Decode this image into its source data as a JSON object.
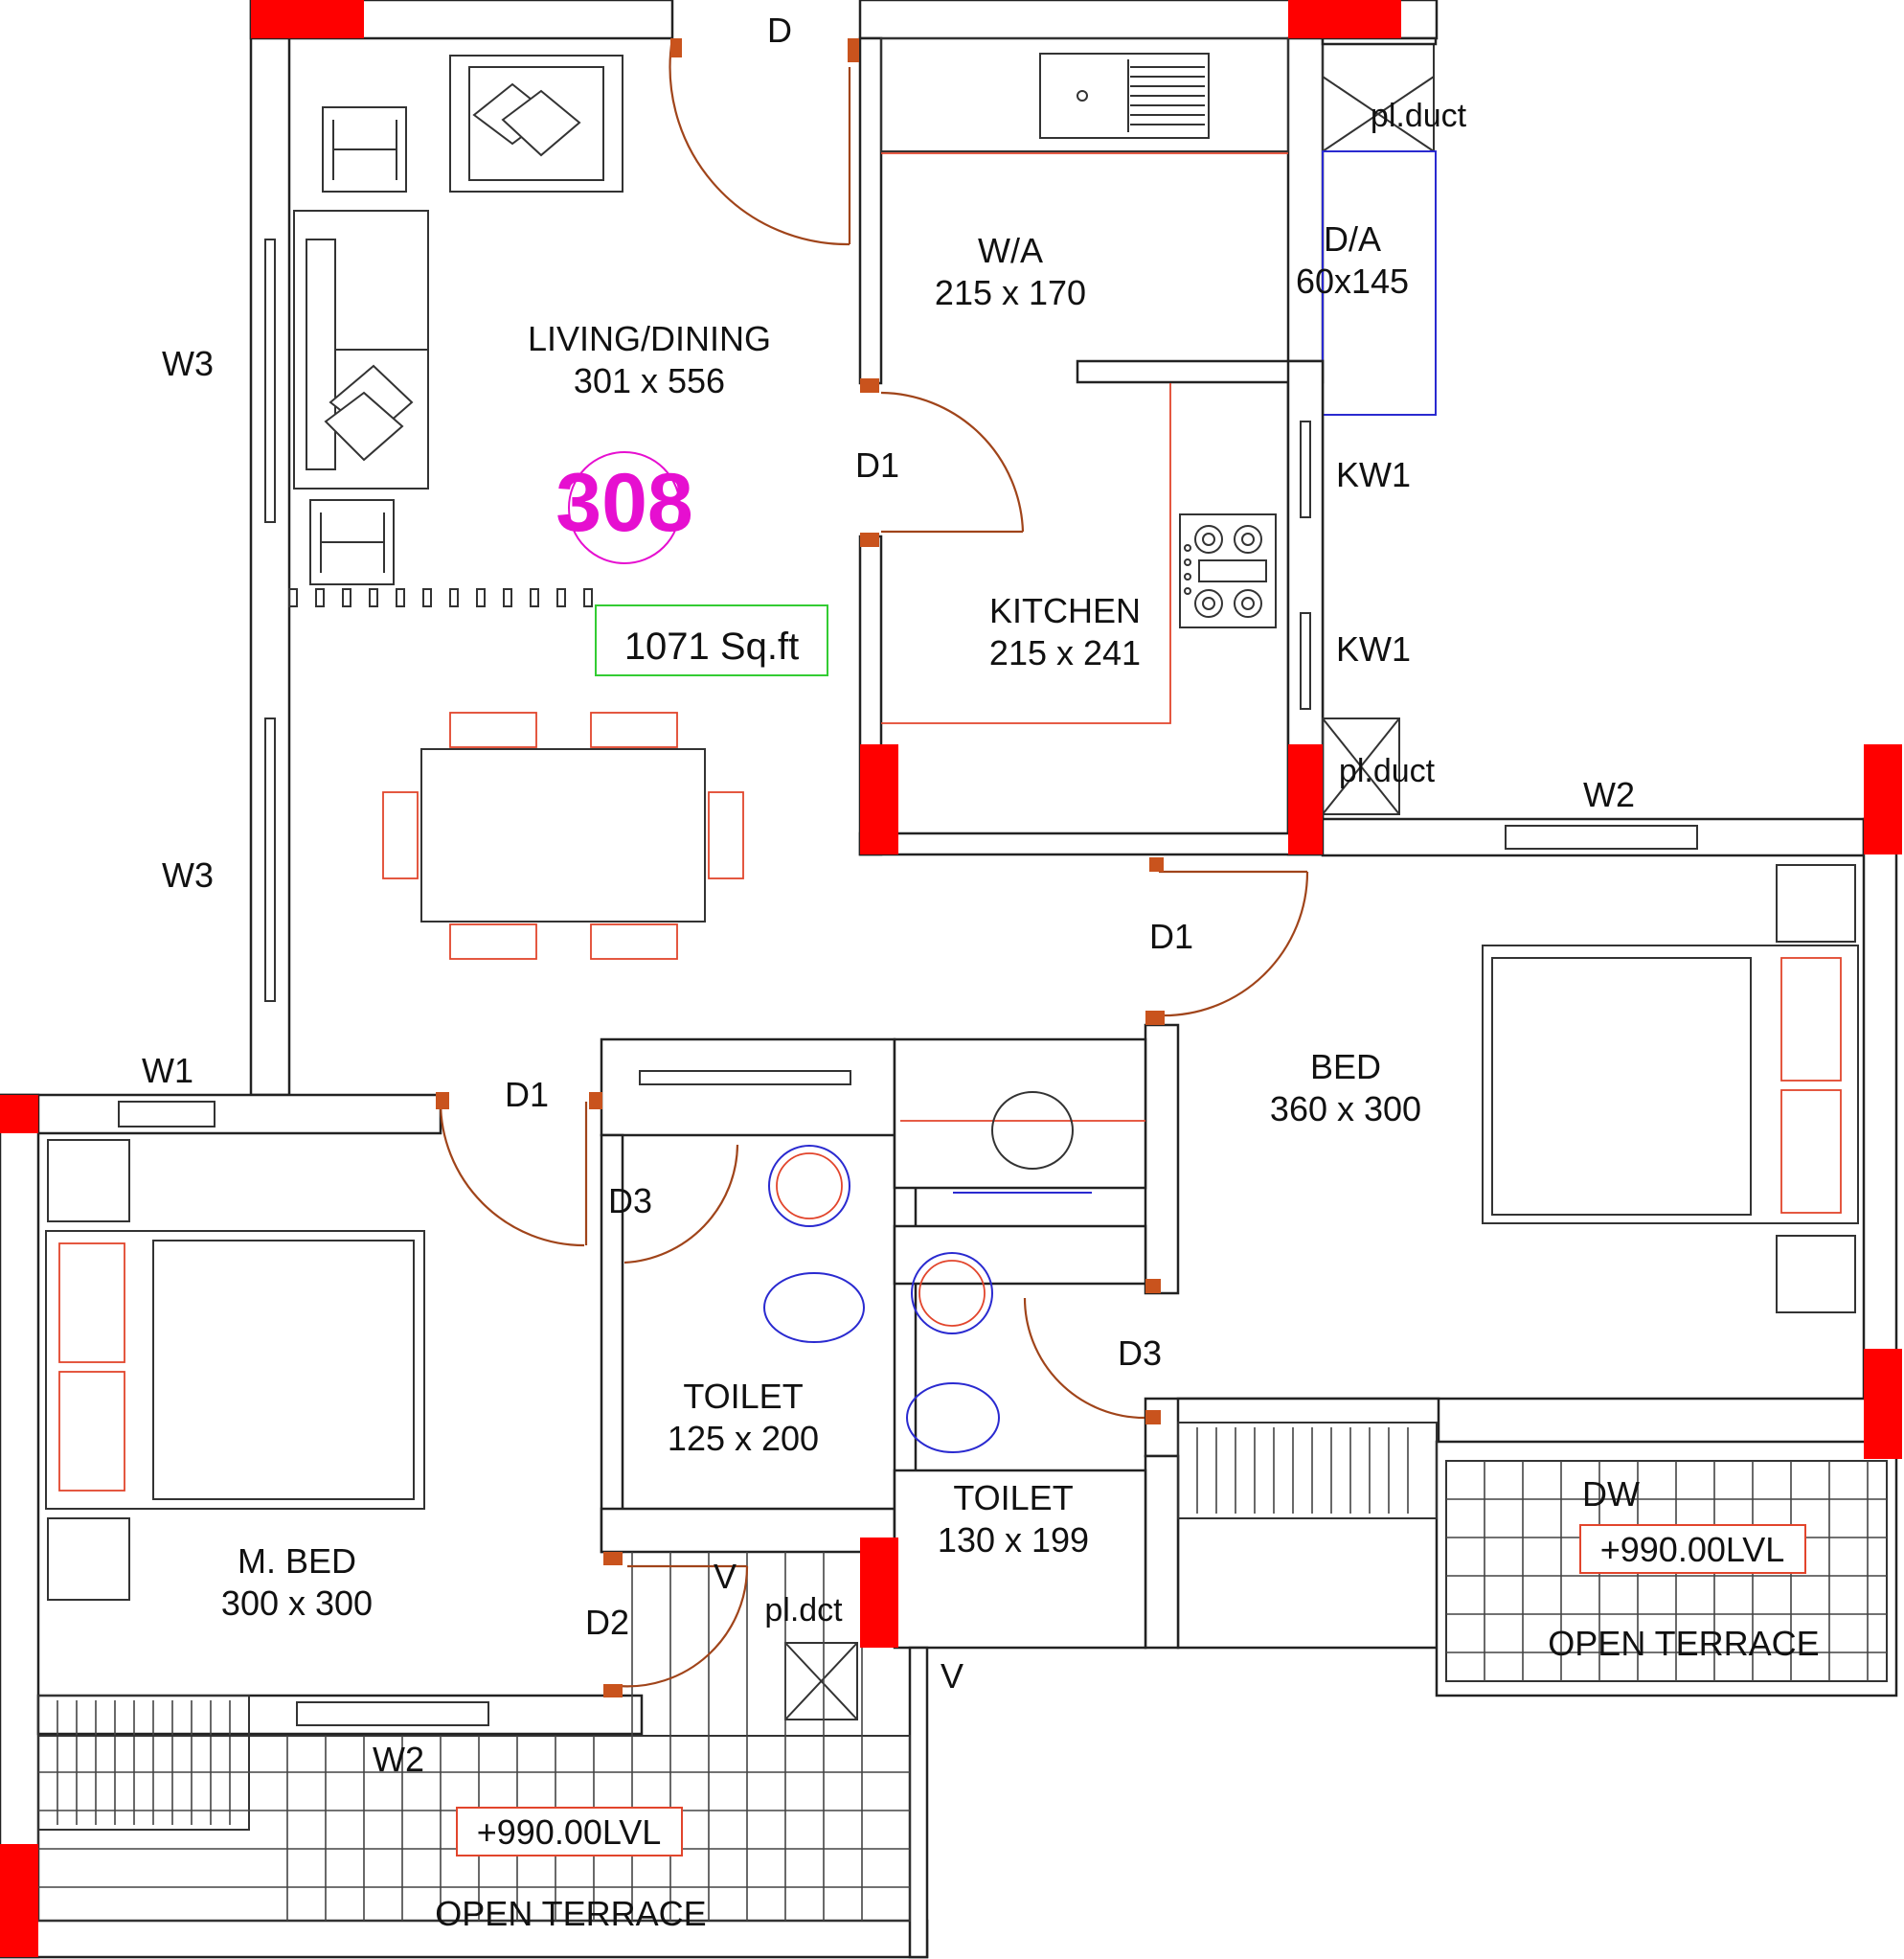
{
  "plan": {
    "unit_number": "308",
    "unit_color": "#e60fd0",
    "total_area": "1071 Sq.ft",
    "rooms": {
      "living": {
        "name": "LIVING/DINING",
        "size": "301 x 556"
      },
      "wa": {
        "name": "W/A",
        "size": "215 x 170"
      },
      "da": {
        "name": "D/A",
        "size": "60x145"
      },
      "kitchen": {
        "name": "KITCHEN",
        "size": "215 x 241"
      },
      "bed": {
        "name": "BED",
        "size": "360 x 300"
      },
      "mbed": {
        "name": "M. BED",
        "size": "300 x 300"
      },
      "toilet1": {
        "name": "TOILET",
        "size": "125 x 200"
      },
      "toilet2": {
        "name": "TOILET",
        "size": "130 x 199"
      },
      "terrace1": {
        "name": "OPEN TERRACE",
        "level": "+990.00LVL"
      },
      "terrace2": {
        "name": "OPEN TERRACE",
        "level": "+990.00LVL"
      }
    },
    "labels": {
      "d_main": "D",
      "d1_kitchen": "D1",
      "d1_bed": "D1",
      "d1_mbed": "D1",
      "d2": "D2",
      "d3_a": "D3",
      "d3_b": "D3",
      "w3_top": "W3",
      "w3_bottom": "W3",
      "w1": "W1",
      "w2_bed": "W2",
      "w2_mbed": "W2",
      "kw1_top": "KW1",
      "kw1_bottom": "KW1",
      "dw": "DW",
      "v_a": "V",
      "v_b": "V",
      "plduct_top": "pl.duct",
      "plduct_mid": "pl.duct",
      "pldct": "pl.dct"
    },
    "colors": {
      "column": "#ff0000",
      "door": "#a0441a",
      "fixture_red": "#e2452c",
      "fixture_blue": "#2a2ad0",
      "level_box": "#e2452c",
      "area_box": "#33cc33"
    }
  }
}
